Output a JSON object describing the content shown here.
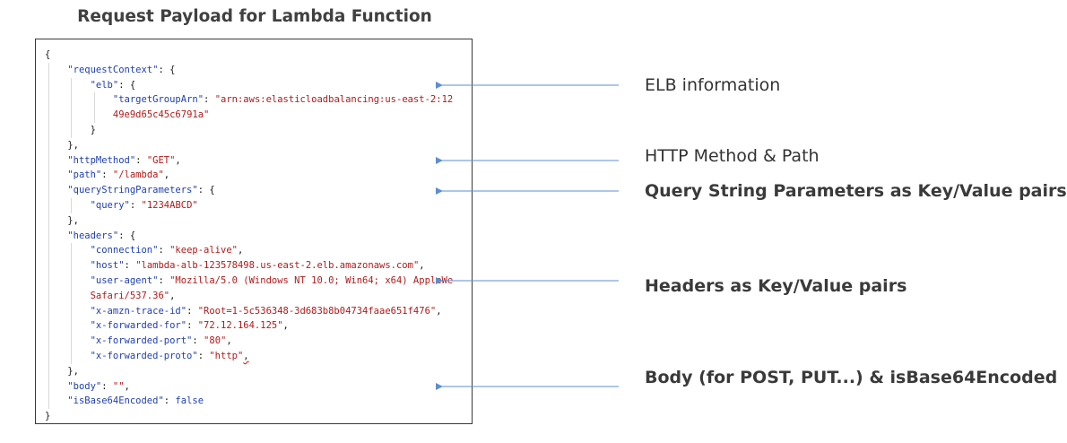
{
  "title": "Request Payload for Lambda Function",
  "code_lines": [
    {
      "indent": 0,
      "parts": [
        {
          "t": "p",
          "v": "{"
        }
      ]
    },
    {
      "indent": 1,
      "parts": [
        {
          "t": "k",
          "v": "\"requestContext\""
        },
        {
          "t": "p",
          "v": ": {"
        }
      ]
    },
    {
      "indent": 2,
      "parts": [
        {
          "t": "k",
          "v": "\"elb\""
        },
        {
          "t": "p",
          "v": ": {"
        }
      ]
    },
    {
      "indent": 3,
      "parts": [
        {
          "t": "k",
          "v": "\"targetGroupArn\""
        },
        {
          "t": "p",
          "v": ": "
        },
        {
          "t": "s",
          "v": "\"arn:aws:elasticloadbalancing:us-east-2:12"
        }
      ]
    },
    {
      "indent": 3,
      "parts": [
        {
          "t": "s",
          "v": "49e9d65c45c6791a\""
        }
      ]
    },
    {
      "indent": 2,
      "parts": [
        {
          "t": "p",
          "v": "}"
        }
      ]
    },
    {
      "indent": 1,
      "parts": [
        {
          "t": "p",
          "v": "},"
        }
      ]
    },
    {
      "indent": 1,
      "parts": [
        {
          "t": "k",
          "v": "\"httpMethod\""
        },
        {
          "t": "p",
          "v": ": "
        },
        {
          "t": "s",
          "v": "\"GET\""
        },
        {
          "t": "p",
          "v": ","
        }
      ]
    },
    {
      "indent": 1,
      "parts": [
        {
          "t": "k",
          "v": "\"path\""
        },
        {
          "t": "p",
          "v": ": "
        },
        {
          "t": "s",
          "v": "\"/lambda\""
        },
        {
          "t": "p",
          "v": ","
        }
      ]
    },
    {
      "indent": 1,
      "parts": [
        {
          "t": "k",
          "v": "\"queryStringParameters\""
        },
        {
          "t": "p",
          "v": ": {"
        }
      ]
    },
    {
      "indent": 2,
      "parts": [
        {
          "t": "k",
          "v": "\"query\""
        },
        {
          "t": "p",
          "v": ": "
        },
        {
          "t": "s",
          "v": "\"1234ABCD\""
        }
      ]
    },
    {
      "indent": 1,
      "parts": [
        {
          "t": "p",
          "v": "},"
        }
      ]
    },
    {
      "indent": 1,
      "parts": [
        {
          "t": "k",
          "v": "\"headers\""
        },
        {
          "t": "p",
          "v": ": {"
        }
      ]
    },
    {
      "indent": 2,
      "parts": [
        {
          "t": "k",
          "v": "\"connection\""
        },
        {
          "t": "p",
          "v": ": "
        },
        {
          "t": "s",
          "v": "\"keep-alive\""
        },
        {
          "t": "p",
          "v": ","
        }
      ]
    },
    {
      "indent": 2,
      "parts": [
        {
          "t": "k",
          "v": "\"host\""
        },
        {
          "t": "p",
          "v": ": "
        },
        {
          "t": "s",
          "v": "\"lambda-alb-123578498.us-east-2.elb.amazonaws.com\""
        },
        {
          "t": "p",
          "v": ","
        }
      ]
    },
    {
      "indent": 2,
      "parts": [
        {
          "t": "k",
          "v": "\"user-agent\""
        },
        {
          "t": "p",
          "v": ": "
        },
        {
          "t": "s",
          "v": "\"Mozilla/5.0 (Windows NT 10.0; Win64; x64) AppleWe"
        }
      ]
    },
    {
      "indent": 2,
      "parts": [
        {
          "t": "s",
          "v": "Safari/537.36\""
        },
        {
          "t": "p",
          "v": ","
        }
      ]
    },
    {
      "indent": 2,
      "parts": [
        {
          "t": "k",
          "v": "\"x-amzn-trace-id\""
        },
        {
          "t": "p",
          "v": ": "
        },
        {
          "t": "s",
          "v": "\"Root=1-5c536348-3d683b8b04734faae651f476\""
        },
        {
          "t": "p",
          "v": ","
        }
      ]
    },
    {
      "indent": 2,
      "parts": [
        {
          "t": "k",
          "v": "\"x-forwarded-for\""
        },
        {
          "t": "p",
          "v": ": "
        },
        {
          "t": "s",
          "v": "\"72.12.164.125\""
        },
        {
          "t": "p",
          "v": ","
        }
      ]
    },
    {
      "indent": 2,
      "parts": [
        {
          "t": "k",
          "v": "\"x-forwarded-port\""
        },
        {
          "t": "p",
          "v": ": "
        },
        {
          "t": "s",
          "v": "\"80\""
        },
        {
          "t": "p",
          "v": ","
        }
      ]
    },
    {
      "indent": 2,
      "parts": [
        {
          "t": "k",
          "v": "\"x-forwarded-proto\""
        },
        {
          "t": "p",
          "v": ": "
        },
        {
          "t": "s",
          "v": "\"http\""
        },
        {
          "t": "q",
          "v": ","
        }
      ]
    },
    {
      "indent": 1,
      "parts": [
        {
          "t": "p",
          "v": "},"
        }
      ]
    },
    {
      "indent": 1,
      "parts": [
        {
          "t": "k",
          "v": "\"body\""
        },
        {
          "t": "p",
          "v": ": "
        },
        {
          "t": "s",
          "v": "\"\""
        },
        {
          "t": "p",
          "v": ","
        }
      ]
    },
    {
      "indent": 1,
      "parts": [
        {
          "t": "k",
          "v": "\"isBase64Encoded\""
        },
        {
          "t": "p",
          "v": ": "
        },
        {
          "t": "b",
          "v": "false"
        }
      ]
    },
    {
      "indent": 0,
      "parts": [
        {
          "t": "p",
          "v": "}"
        }
      ]
    }
  ],
  "annotations": [
    {
      "text": "ELB information",
      "bold": false,
      "line": 2
    },
    {
      "text": "HTTP Method & Path",
      "bold": false,
      "line": 7
    },
    {
      "text": "Query String Parameters as Key/Value pairs",
      "bold": true,
      "line": 9
    },
    {
      "text": "Headers as Key/Value pairs",
      "bold": true,
      "line": 15
    },
    {
      "text": "Body (for POST, PUT...) & isBase64Encoded",
      "bold": true,
      "line": 22
    }
  ],
  "colors": {
    "key": "#1f3fb0",
    "string": "#b21a1a",
    "arrow": "#5b8fd0",
    "frame": "#3a3a3a"
  }
}
